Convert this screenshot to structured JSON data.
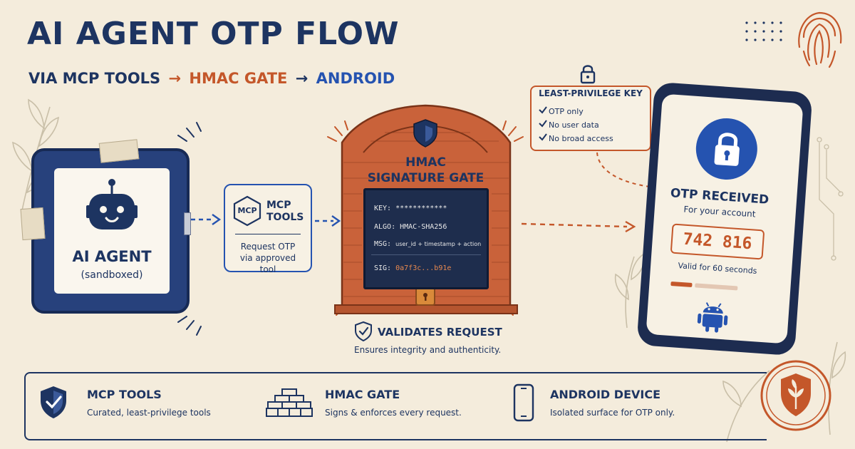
{
  "header": {
    "title": "AI AGENT OTP FLOW",
    "subtitle_parts": [
      "VIA MCP TOOLS",
      "→",
      "HMAC GATE",
      "→",
      "ANDROID"
    ]
  },
  "agent": {
    "label": "AI AGENT",
    "sublabel": "(sandboxed)"
  },
  "mcp": {
    "badge": "MCP",
    "title_line1": "MCP",
    "title_line2": "TOOLS",
    "desc_line1": "Request OTP",
    "desc_line2": "via approved tool"
  },
  "gate": {
    "title_line1": "HMAC",
    "title_line2": "SIGNATURE GATE",
    "key_line": "KEY: ************",
    "algo_line": "ALGO: HMAC-SHA256",
    "msg_label": "MSG:",
    "msg_value": "user_id + timestamp + action",
    "sig_label": "SIG:",
    "sig_value": "0a7f3c...b91e",
    "validates_title": "VALIDATES REQUEST",
    "validates_desc": "Ensures integrity and authenticity."
  },
  "least_privilege": {
    "title": "LEAST-PRIVILEGE KEY",
    "items": [
      "OTP only",
      "No user data",
      "No broad access"
    ]
  },
  "phone": {
    "title": "OTP RECEIVED",
    "subtitle": "For your account",
    "code": "742 816",
    "valid_text": "Valid for 60 seconds"
  },
  "features": [
    {
      "title": "MCP TOOLS",
      "desc": "Curated, least-privilege tools",
      "icon": "shield-check-icon"
    },
    {
      "title": "HMAC GATE",
      "desc": "Signs & enforces every request.",
      "icon": "brick-wall-icon"
    },
    {
      "title": "ANDROID DEVICE",
      "desc": "Isolated surface for OTP only.",
      "icon": "smartphone-icon"
    }
  ],
  "colors": {
    "navy": "#1d3461",
    "rust": "#c4572a",
    "blue": "#2553b0",
    "background": "#f4ecdc",
    "brick": "#c9623a"
  }
}
